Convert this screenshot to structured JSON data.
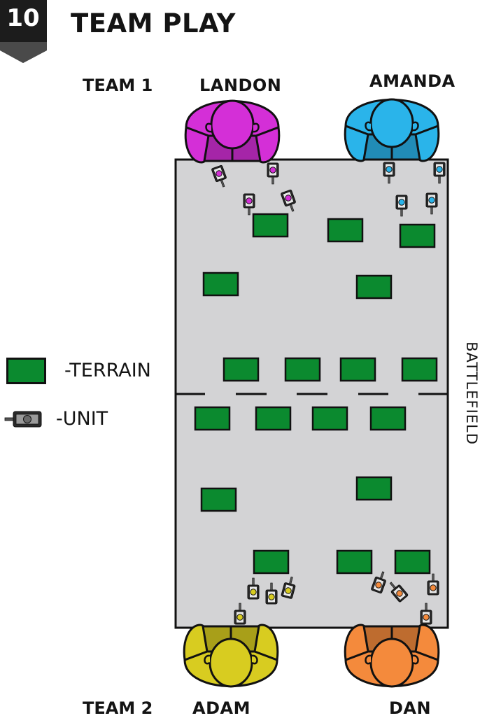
{
  "header": {
    "step_number": "10",
    "title": "TEAM PLAY"
  },
  "teams": {
    "team1_label": "TEAM 1",
    "team2_label": "TEAM 2"
  },
  "players": {
    "landon": {
      "name": "LANDON",
      "color": "#d42fd7"
    },
    "amanda": {
      "name": "AMANDA",
      "color": "#2ab4ea"
    },
    "adam": {
      "name": "ADAM",
      "color": "#d8cc20"
    },
    "dan": {
      "name": "DAN",
      "color": "#f48a3c"
    }
  },
  "field": {
    "label": "BATTLEFIELD",
    "background": "#d3d3d5"
  },
  "legend": {
    "terrain_label": "-TERRAIN",
    "unit_label": "-UNIT",
    "terrain_color": "#0b8a2f",
    "unit_icon": "tank-icon"
  }
}
